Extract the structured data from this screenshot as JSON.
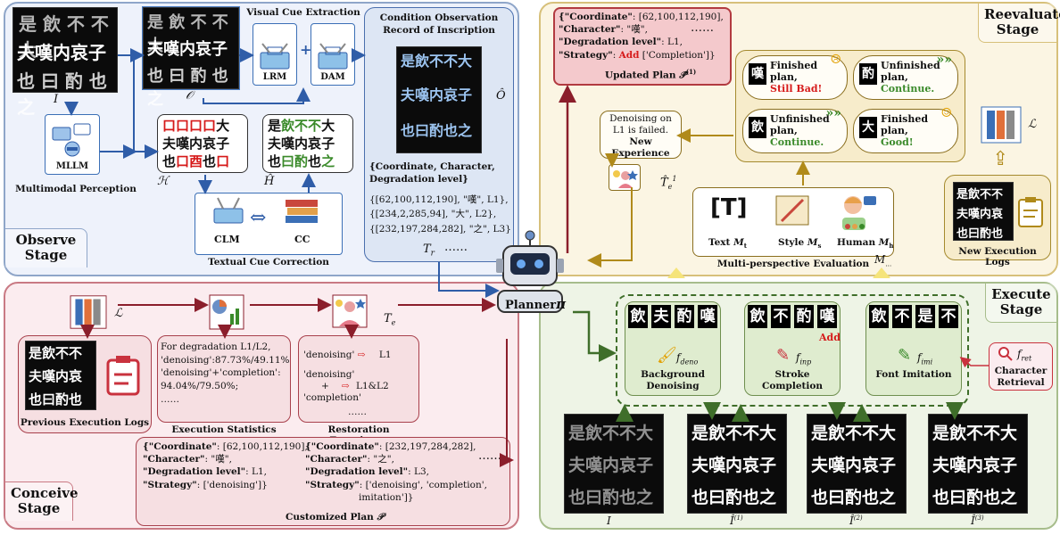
{
  "observe": {
    "stage_label": "Observe Stage",
    "visual_cue_title": "Visual Cue Extraction",
    "lrm": "LRM",
    "dam": "DAM",
    "plus": "+",
    "mllm": "MLLM",
    "multimodal_perception": "Multimodal Perception",
    "sym_I": "I",
    "sym_O": "𝒪",
    "sym_H": "ℋ",
    "sym_Hhat": "Ĥ",
    "text_box_raw": [
      "口口口口大",
      "夫嘆内哀子",
      "也口酉也口"
    ],
    "text_box_corrected": [
      "是飲不不大",
      "夫嘆内哀子",
      "也曰酌也之"
    ],
    "clm": "CLM",
    "cc": "CC",
    "textual_cue_correction": "Textual Cue Correction",
    "condition_title": "Condition Observation Record of Inscription",
    "sym_Ohat": "Ô",
    "record_header": "{Coordinate, Character, Degradation level}",
    "records": [
      "{[62,100,112,190], \"嘆\", L1},",
      "{[234,2,285,94], \"大\", L2},",
      "{[232,197,284,282], \"之\", L3}"
    ],
    "sym_Tr": "T",
    "sym_Tr_sub": "r",
    "dots": "……"
  },
  "reevaluate": {
    "stage_label": "Reevaluate Stage",
    "updated_plan_lines": [
      {
        "k": "{\"Coordinate\"",
        "v": ": [62,100,112,190],"
      },
      {
        "k": "\"Character\"",
        "v": ": \"嘆\","
      },
      {
        "k": "\"Degradation level\"",
        "v": ": L1,"
      },
      {
        "k": "\"Strategy\"",
        "v": ": "
      }
    ],
    "strategy_add": "Add",
    "strategy_rest": "['Completion']}",
    "dots": "……",
    "updated_plan_caption": "Updated Plan",
    "new_exp_text": "Denoising on L1 is failed.",
    "new_exp_title": "New Experience",
    "sym_Te1": "T̂",
    "clouds": [
      {
        "char": "嘆",
        "line1": "Finished plan,",
        "line2": "Still Bad!",
        "tone": "red",
        "face": "sad"
      },
      {
        "char": "酌",
        "line1": "Unfinished plan,",
        "line2": "Continue.",
        "tone": "green",
        "face": "arrows"
      },
      {
        "char": "飲",
        "line1": "Unfinished plan,",
        "line2": "Continue.",
        "tone": "green",
        "face": "arrows"
      },
      {
        "char": "大",
        "line1": "Finished plan,",
        "line2": "Good!",
        "tone": "green",
        "face": "happy"
      }
    ],
    "eval_text": "Text",
    "eval_text_sub": "M",
    "eval_style": "Style",
    "eval_human": "Human",
    "multi_eval": "Multi-perspective Evaluation",
    "sym_L": "ℒ",
    "new_logs": "New Execution Logs"
  },
  "conceive": {
    "stage_label": "Conceive Stage",
    "sym_L": "ℒ",
    "previous_logs": "Previous Execution Logs",
    "stats_lines": [
      "For degradation L1/L2,",
      "'denoising':87.73%/49.11%",
      "'denoising'+'completion':",
      "94.04%/79.50%;",
      "……"
    ],
    "exec_stats": "Execution Statistics",
    "exp_lines": [
      {
        "left": "'denoising'",
        "right": "L1"
      },
      {
        "left": "'denoising' + 'completion'",
        "right": "L1&L2"
      }
    ],
    "exp_dots": "……",
    "restoration_exp": "Restoration Experience",
    "sym_Te": "T",
    "plan_a": [
      {
        "k": "{\"Coordinate\"",
        "v": ": [62,100,112,190],"
      },
      {
        "k": "\"Character\"",
        "v": ": \"嘆\","
      },
      {
        "k": "\"Degradation level\"",
        "v": ": L1,"
      },
      {
        "k": "\"Strategy\"",
        "v": ": ['denoising']}"
      }
    ],
    "plan_b": [
      {
        "k": "{\"Coordinate\"",
        "v": ": [232,197,284,282],"
      },
      {
        "k": "\"Character\"",
        "v": ": \"之\","
      },
      {
        "k": "\"Degradation level\"",
        "v": ": L3,"
      },
      {
        "k": "\"Strategy\"",
        "v": ": ['denoising', 'completion',"
      },
      {
        "k": "",
        "v": "imitation']}"
      }
    ],
    "plan_dots": "……",
    "customized_plan": "Customized Plan"
  },
  "planner": {
    "label": "Planner",
    "sym": "π"
  },
  "execute": {
    "stage_label": "Execute Stage",
    "groups": [
      {
        "chars": [
          "飲",
          "夫",
          "酌",
          "嘆"
        ],
        "title": "Background Denoising",
        "f": "f",
        "fsub": "deno",
        "add": ""
      },
      {
        "chars": [
          "飲",
          "不",
          "酌",
          "嘆"
        ],
        "title": "Stroke Completion",
        "f": "f",
        "fsub": "inp",
        "add": "Add"
      },
      {
        "chars": [
          "飲",
          "不",
          "是",
          "不"
        ],
        "title": "Font Imitation",
        "f": "f",
        "fsub": "imi",
        "add": ""
      }
    ],
    "retrieval_f": "f",
    "retrieval_sub": "ret",
    "retrieval_title": "Character Retrieval",
    "outputs": [
      {
        "rows": [
          "是飲不不大",
          "夫嘆内哀子",
          "也曰酌也之"
        ],
        "label": "I"
      },
      {
        "rows": [
          "是飲不不大",
          "夫嘆内哀子",
          "也曰酌也之"
        ],
        "label": "Î",
        "sup": "(1)"
      },
      {
        "rows": [
          "是飲不不大",
          "夫嘆内哀子",
          "也曰酌也之"
        ],
        "label": "Î",
        "sup": "(2)"
      },
      {
        "rows": [
          "是飲不不大",
          "夫嘆内哀子",
          "也曰酌也之"
        ],
        "label": "Î",
        "sup": "(3)"
      }
    ]
  },
  "colors": {
    "observe_bg": "#eef2fb",
    "observe_border": "#8fa6c9",
    "reeval_bg": "#fbf5e3",
    "reeval_border": "#d7c07a",
    "conceive_bg": "#fbecef",
    "conceive_border": "#c97a84",
    "execute_bg": "#eef4e6",
    "execute_border": "#a7bd8c",
    "blue_arrow": "#2f5da8",
    "red_arrow": "#8b1e2b",
    "green_arrow": "#3f6e2a",
    "gold_arrow": "#b08a1a"
  }
}
